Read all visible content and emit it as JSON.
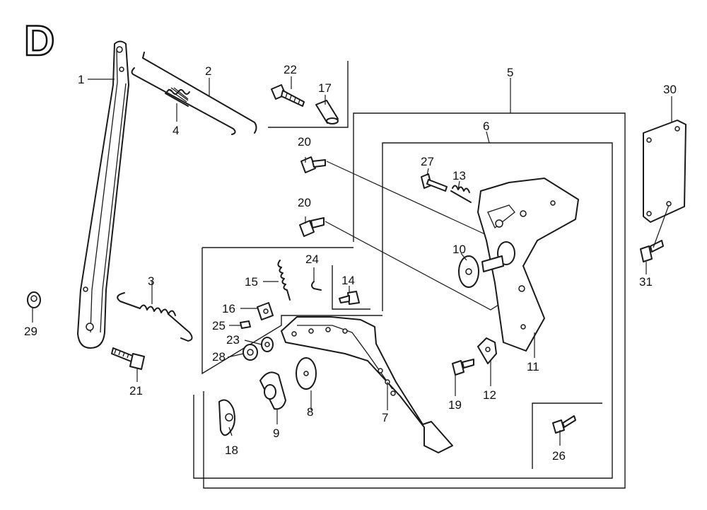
{
  "section": {
    "letter": "D"
  },
  "callouts": [
    "1",
    "2",
    "3",
    "4",
    "5",
    "6",
    "7",
    "8",
    "9",
    "10",
    "11",
    "12",
    "13",
    "14",
    "15",
    "16",
    "17",
    "18",
    "19",
    "20",
    "20",
    "21",
    "22",
    "23",
    "24",
    "25",
    "26",
    "27",
    "28",
    "29",
    "30",
    "31"
  ]
}
